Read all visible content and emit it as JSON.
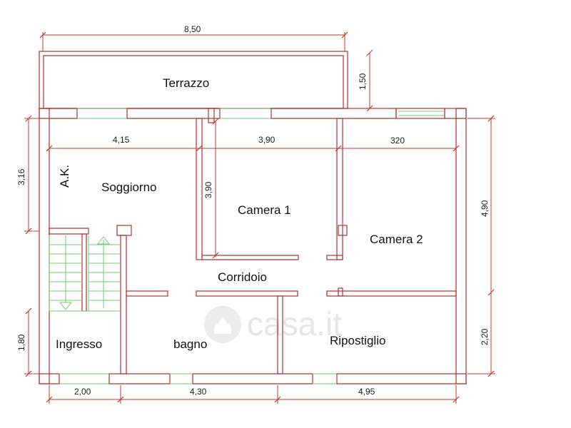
{
  "dimensions": {
    "terrace_width": "8,50",
    "terrace_depth": "1,50",
    "soggiorno_width": "4,15",
    "camera1_width": "3,90",
    "camera2_width": "320",
    "soggiorno_depth": "3,16",
    "camera1_depth": "3,90",
    "right_upper": "4,90",
    "right_lower": "2,20",
    "left_lower": "1,80",
    "bottom_1": "2,00",
    "bottom_2": "4,30",
    "bottom_3": "4,95"
  },
  "rooms": {
    "terrazzo": "Terrazzo",
    "soggiorno": "Soggiorno",
    "ak": "A.K.",
    "camera1": "Camera 1",
    "camera2": "Camera 2",
    "corridoio": "Corridoio",
    "ingresso": "Ingresso",
    "bagno": "bagno",
    "ripostiglio": "Ripostiglio"
  },
  "watermark": "casa.it"
}
